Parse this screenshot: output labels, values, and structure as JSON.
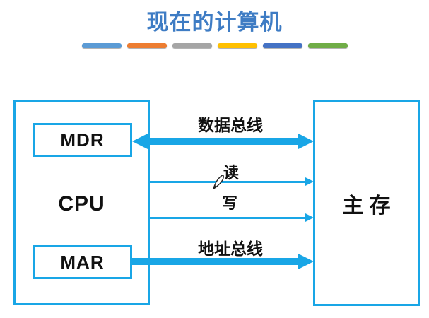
{
  "title": "现在的计算机",
  "title_color": "#3e7cc4",
  "accent_color": "#19a6e6",
  "divider_dashes": [
    "#5B9BD5",
    "#ED7D31",
    "#A5A5A5",
    "#FFC000",
    "#4472C4",
    "#70AD47"
  ],
  "diagram": {
    "cpu": {
      "label": "CPU"
    },
    "mdr": {
      "label": "MDR"
    },
    "mar": {
      "label": "MAR"
    },
    "memory": {
      "label": "主 存"
    },
    "buses": {
      "data_bus": {
        "label": "数据总线",
        "direction": "bidirectional",
        "style": "thick"
      },
      "read": {
        "label": "读",
        "direction": "cpu-to-memory",
        "style": "thin"
      },
      "write": {
        "label": "写",
        "direction": "cpu-to-memory",
        "style": "thin"
      },
      "address_bus": {
        "label": "地址总线",
        "direction": "mar-to-memory",
        "style": "thick"
      }
    }
  }
}
